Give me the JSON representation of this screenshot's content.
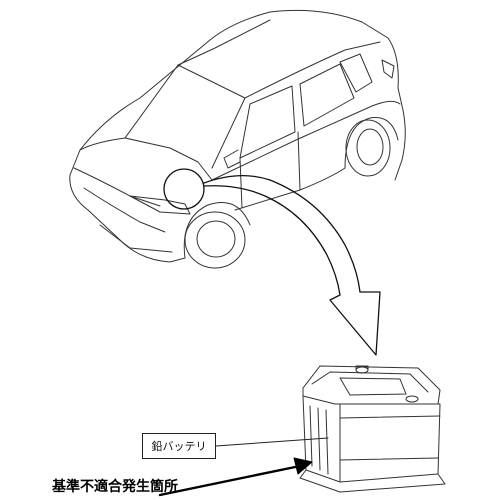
{
  "battery_label": "鉛バッテリ",
  "defect_label": "基準不適合発生箇所",
  "icons": {
    "vehicle": "suv-outline-illustration",
    "battery": "lead-battery-illustration",
    "locator": "circle-callout",
    "pointer": "curved-arrow"
  }
}
